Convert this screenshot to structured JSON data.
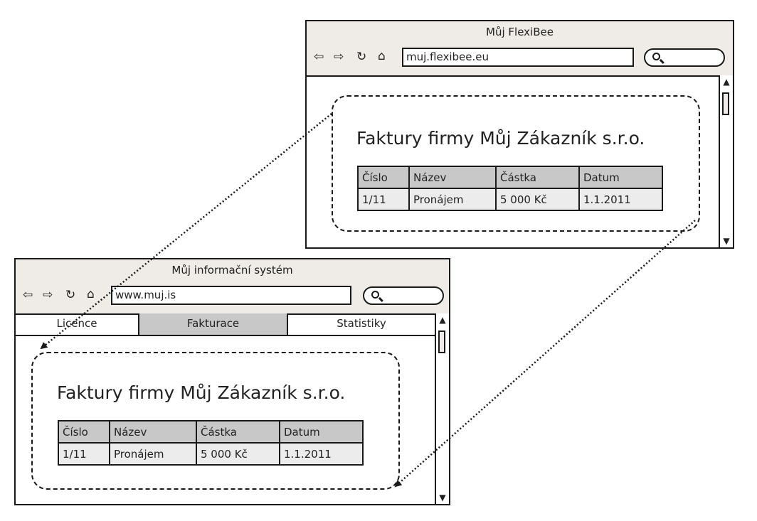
{
  "flexibee_window": {
    "title": "Můj FlexiBee",
    "url": "muj.flexibee.eu",
    "heading": "Faktury firmy Můj Zákazník s.r.o.",
    "columns": [
      "Číslo",
      "Název",
      "Částka",
      "Datum"
    ],
    "rows": [
      [
        "1/11",
        "Pronájem",
        "5 000 Kč",
        "1.1.2011"
      ]
    ]
  },
  "is_window": {
    "title": "Můj informační systém",
    "url": "www.muj.is",
    "tabs": [
      {
        "label": "Licence",
        "active": false
      },
      {
        "label": "Fakturace",
        "active": true
      },
      {
        "label": "Statistiky",
        "active": false
      }
    ],
    "heading": "Faktury firmy Můj Zákazník s.r.o.",
    "columns": [
      "Číslo",
      "Název",
      "Částka",
      "Datum"
    ],
    "rows": [
      [
        "1/11",
        "Pronájem",
        "5 000 Kč",
        "1.1.2011"
      ]
    ]
  },
  "colors": {
    "chrome": "#efebe6",
    "header_cell": "#c8c8c8",
    "body_cell": "#ececec",
    "active_tab": "#c8c8c8"
  },
  "icons": [
    "back-arrow-icon",
    "forward-arrow-icon",
    "reload-icon",
    "home-icon",
    "search-icon",
    "scroll-up-icon",
    "scroll-down-icon"
  ]
}
